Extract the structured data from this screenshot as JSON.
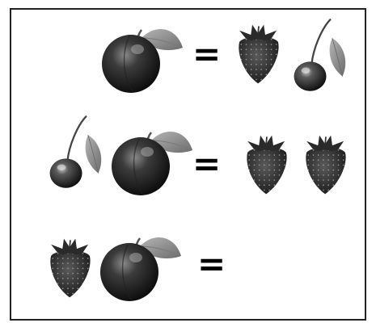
{
  "puzzle": {
    "rows": [
      {
        "left": [
          "plum"
        ],
        "sign": "=",
        "right": [
          "strawberry",
          "cherry"
        ]
      },
      {
        "left": [
          "cherry",
          "plum"
        ],
        "sign": "=",
        "right": [
          "strawberry",
          "strawberry"
        ]
      },
      {
        "left": [
          "strawberry",
          "plum"
        ],
        "sign": "=",
        "right": []
      }
    ],
    "icons": {
      "plum": "plum-icon",
      "strawberry": "strawberry-icon",
      "cherry": "cherry-icon"
    }
  }
}
